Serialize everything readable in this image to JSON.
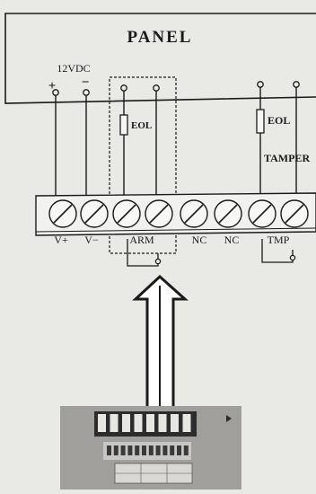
{
  "panel": {
    "title": "PANEL"
  },
  "power": {
    "voltage_label": "12VDC",
    "plus_symbol": "+",
    "minus_symbol": "−"
  },
  "arm_loop": {
    "resistor_label": "EOL"
  },
  "tamper_loop": {
    "resistor_label": "EOL",
    "caption": "TAMPER"
  },
  "terminal_block": {
    "labels": [
      "V+",
      "V−",
      "ARM",
      "NC",
      "NC",
      "TMP"
    ]
  },
  "colors": {
    "paper": "#e9e9e6",
    "ink": "#1a1a1a",
    "terminal_fill": "#f4f4f2",
    "device_body": "#9a9a98",
    "connector": "#2c2c2c"
  }
}
